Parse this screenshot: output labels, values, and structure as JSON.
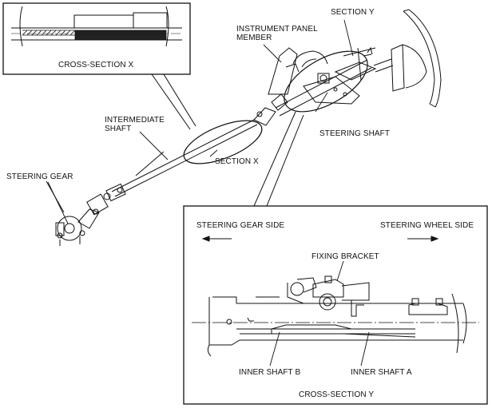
{
  "labels": {
    "section_y": "SECTION Y",
    "instrument_panel_member": "INSTRUMENT PANEL\nMEMBER",
    "cross_section_x": "CROSS-SECTION X",
    "intermediate_shaft": "INTERMEDIATE\nSHAFT",
    "steering_shaft": "STEERING SHAFT",
    "section_x": "SECTION X",
    "steering_gear": "STEERING GEAR",
    "steering_gear_side": "STEERING GEAR SIDE",
    "steering_wheel_side": "STEERING WHEEL SIDE",
    "fixing_bracket": "FIXING BRACKET",
    "inner_shaft_b": "INNER SHAFT B",
    "inner_shaft_a": "INNER SHAFT A",
    "cross_section_y": "CROSS-SECTION Y"
  }
}
